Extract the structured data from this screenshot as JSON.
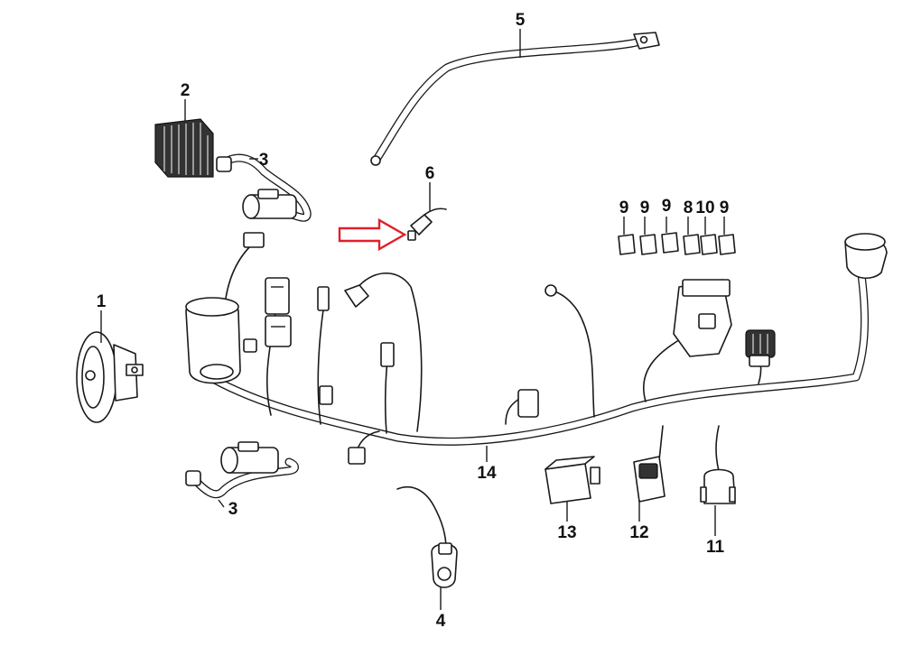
{
  "callouts": {
    "c1": "1",
    "c2": "2",
    "c3a": "3",
    "c3b": "3",
    "c4": "4",
    "c5": "5",
    "c6": "6",
    "c9a": "9",
    "c9b": "9",
    "c9c": "9",
    "c8": "8",
    "c10": "10",
    "c9d": "9",
    "c11": "11",
    "c12": "12",
    "c13": "13",
    "c14": "14"
  },
  "colors": {
    "line": "#1a1a1a",
    "highlight_arrow": "#e0202a",
    "background": "#ffffff"
  }
}
